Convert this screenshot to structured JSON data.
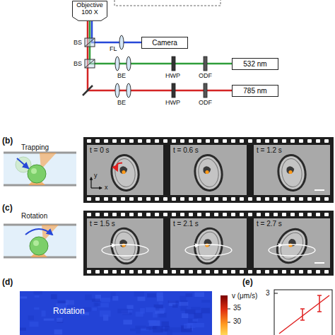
{
  "diagram": {
    "nodes": [
      {
        "text": [
          "Objective 100 X"
        ]
      },
      {
        "text": [
          "Camera"
        ]
      },
      {
        "text": [
          "532 nm"
        ]
      },
      {
        "text": [
          "785 nm"
        ]
      },
      {
        "text": [
          "t = 0 s"
        ]
      },
      {
        "text": [
          "t = 0.6 s"
        ]
      },
      {
        "text": [
          "t = 1.2 s"
        ]
      },
      {
        "text": [
          "t = 1.5 s"
        ]
      },
      {
        "text": [
          "t = 2.1 s"
        ]
      },
      {
        "text": [
          "t = 2.7 s"
        ]
      },
      {
        "text": [
          "Rotation"
        ]
      }
    ],
    "edges": [
      {
        "from": 3,
        "to": 0,
        "arrow": "none"
      },
      {
        "from": 2,
        "to": 0,
        "arrow": "none"
      },
      {
        "from": 0,
        "to": 1,
        "arrow": "none"
      }
    ],
    "labels": [
      "BS",
      "BS",
      "FL",
      "BE",
      "HWP",
      "ODF",
      "BE",
      "HWP",
      "ODF",
      "(b)",
      "Trapping",
      "y",
      "x",
      "(c)",
      "Rotation",
      "(d)",
      "v (μm/s)",
      "35",
      "30",
      "(e)",
      "3"
    ]
  }
}
